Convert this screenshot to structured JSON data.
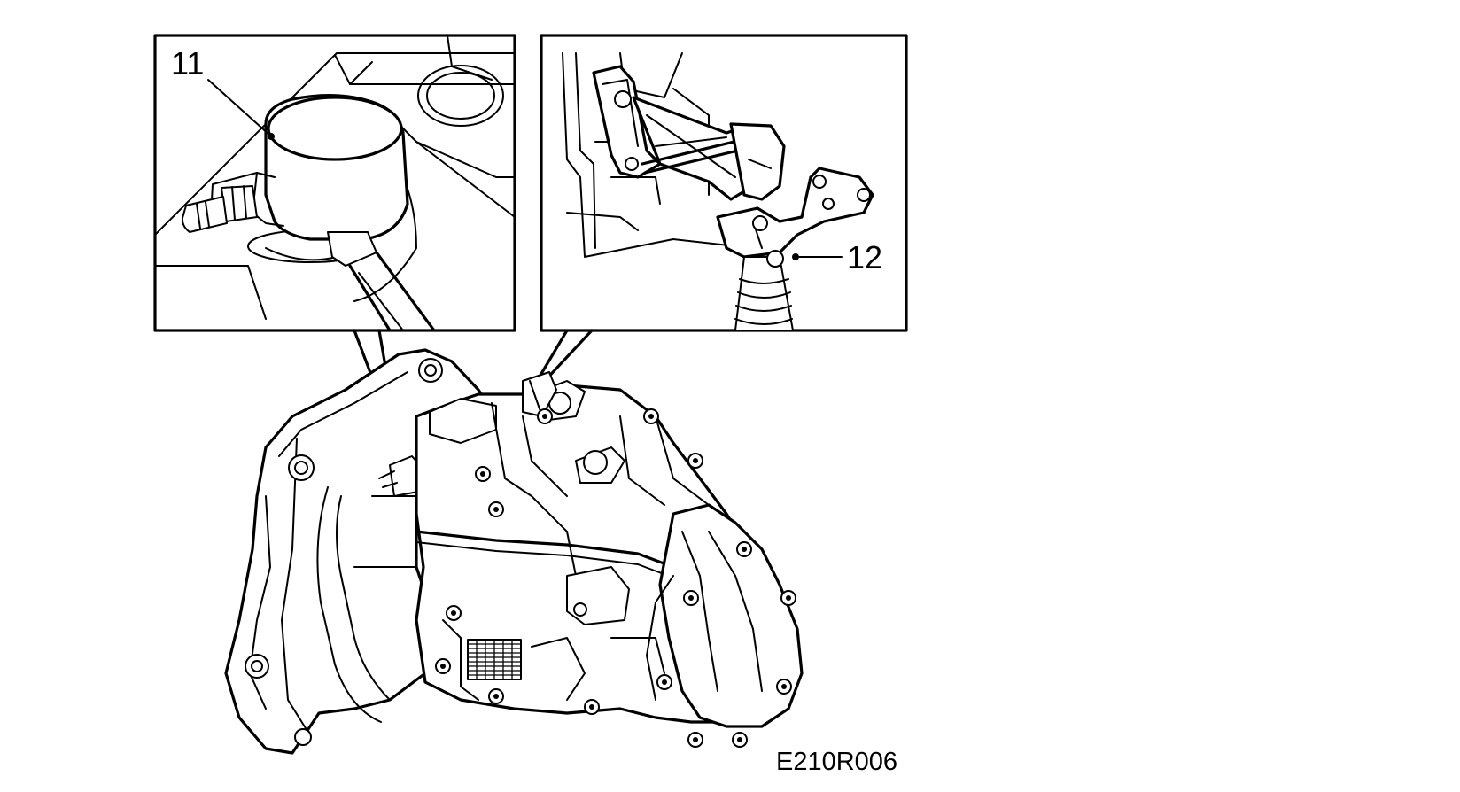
{
  "labels": {
    "callout_11": "11",
    "callout_12": "12",
    "figure_code": "E210R006"
  },
  "colors": {
    "ink": "#000000",
    "paper": "#ffffff"
  }
}
